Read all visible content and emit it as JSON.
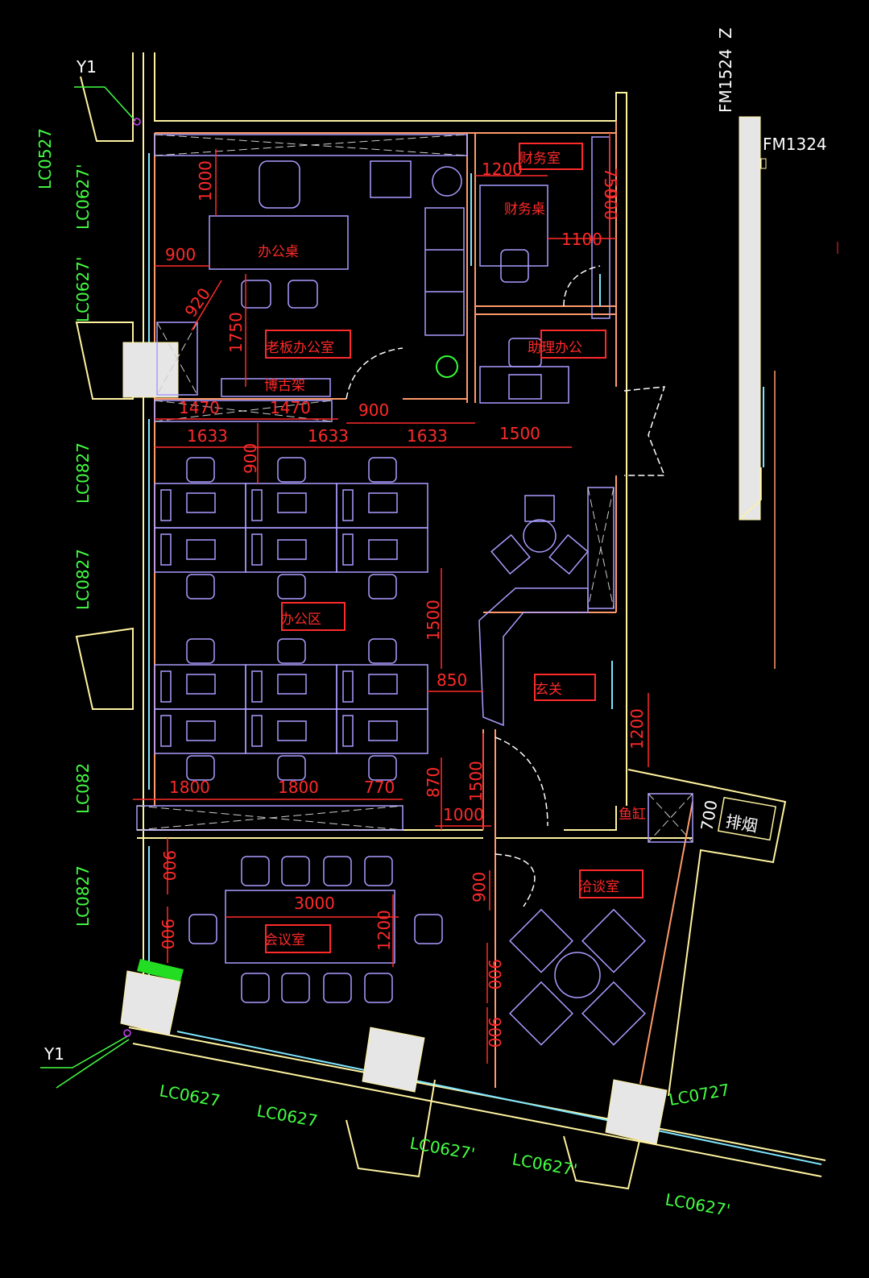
{
  "rooms": {
    "finance_room": "财务室",
    "finance_desk": "财务桌",
    "office_desk": "办公桌",
    "boss_office": "老板办公室",
    "shelf": "博古架",
    "assistant_office": "助理办公",
    "office_area": "办公区",
    "foyer": "玄关",
    "fish_tank": "鱼缸",
    "reception": "洽谈室",
    "meeting_room": "会议室",
    "smoke_exhaust": "排烟"
  },
  "dimensions": {
    "d1000a": "1000",
    "d900a": "900",
    "d920": "920",
    "d1750": "1750",
    "d1200a": "1200",
    "d750": "750",
    "d900b": "900",
    "d1100": "1100",
    "d1470a": "1470",
    "d1470b": "1470",
    "d900c": "900",
    "d1633a": "1633",
    "d1633b": "1633",
    "d1633c": "1633",
    "d1500a": "1500",
    "d900d": "900",
    "d1500b": "1500",
    "d850": "850",
    "d1200b": "1200",
    "d870": "870",
    "d1500c": "1500",
    "d1000b": "1000",
    "d1800a": "1800",
    "d1800b": "1800",
    "d770": "770",
    "d900e": "900",
    "d900f": "900",
    "d3000": "3000",
    "d1200c": "1200",
    "d900g": "900",
    "d900h": "900",
    "d900i": "900",
    "d700": "700"
  },
  "windows": {
    "left": [
      "LC0527",
      "LC0627'",
      "LC0627'",
      "LC0827",
      "LC0827",
      "LC082",
      "LC0827"
    ],
    "bottom": [
      "LC0627",
      "LC0627",
      "LC0627'",
      "LC0627'",
      "LC0727",
      "LC0627'"
    ]
  },
  "markers": {
    "axis_top": "Y1",
    "axis_bottom": "Y1",
    "door_fm1524": "FM1524",
    "door_z": "Z",
    "door_fm1324": "FM1324"
  }
}
